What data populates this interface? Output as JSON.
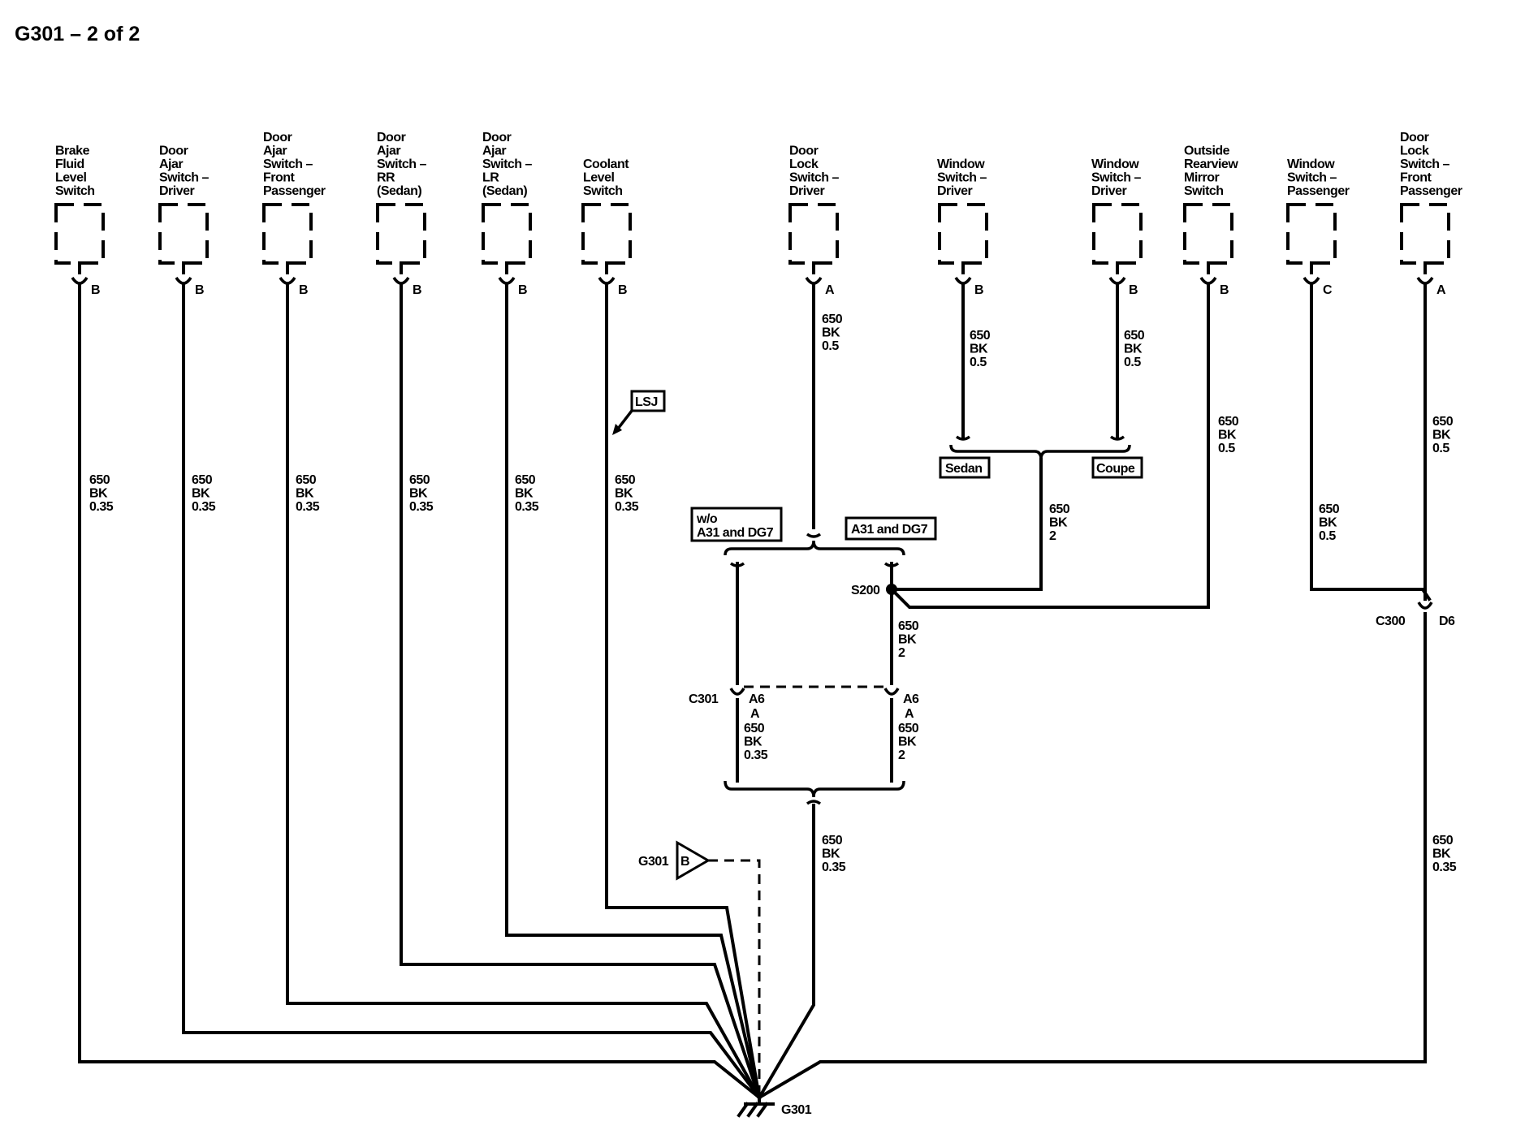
{
  "title": "G301 – 2 of 2",
  "components": {
    "brake_fluid": [
      "Brake",
      "Fluid",
      "Level",
      "Switch"
    ],
    "door_ajar_driver": [
      "Door",
      "Ajar",
      "Switch –",
      "Driver"
    ],
    "door_ajar_front_pass": [
      "Door",
      "Ajar",
      "Switch –",
      "Front",
      "Passenger"
    ],
    "door_ajar_rr": [
      "Door",
      "Ajar",
      "Switch –",
      "RR",
      "(Sedan)"
    ],
    "door_ajar_lr": [
      "Door",
      "Ajar",
      "Switch –",
      "LR",
      "(Sedan)"
    ],
    "coolant_level": [
      "Coolant",
      "Level",
      "Switch"
    ],
    "door_lock_driver": [
      "Door",
      "Lock",
      "Switch –",
      "Driver"
    ],
    "window_driver_sedan": [
      "Window",
      "Switch –",
      "Driver"
    ],
    "window_driver_coupe": [
      "Window",
      "Switch –",
      "Driver"
    ],
    "outside_mirror": [
      "Outside",
      "Rearview",
      "Mirror",
      "Switch"
    ],
    "window_passenger": [
      "Window",
      "Switch –",
      "Passenger"
    ],
    "door_lock_front_pass": [
      "Door",
      "Lock",
      "Switch –",
      "Front",
      "Passenger"
    ]
  },
  "pins": {
    "brake_fluid": "B",
    "door_ajar_driver": "B",
    "door_ajar_front_pass": "B",
    "door_ajar_rr": "B",
    "door_ajar_lr": "B",
    "coolant_level": "B",
    "door_lock_driver": "A",
    "window_driver_sedan": "B",
    "window_driver_coupe": "B",
    "outside_mirror": "B",
    "window_passenger": "C",
    "door_lock_front_pass": "A"
  },
  "wires": {
    "w1": [
      "650",
      "BK",
      "0.35"
    ],
    "w2": [
      "650",
      "BK",
      "0.35"
    ],
    "w3": [
      "650",
      "BK",
      "0.35"
    ],
    "w4": [
      "650",
      "BK",
      "0.35"
    ],
    "w5": [
      "650",
      "BK",
      "0.35"
    ],
    "w6": [
      "650",
      "BK",
      "0.35"
    ],
    "door_lock_driver": [
      "650",
      "BK",
      "0.5"
    ],
    "window_sedan": [
      "650",
      "BK",
      "0.5"
    ],
    "window_coupe": [
      "650",
      "BK",
      "0.5"
    ],
    "mirror": [
      "650",
      "BK",
      "0.5"
    ],
    "door_lock_front": [
      "650",
      "BK",
      "0.5"
    ],
    "window_merge": [
      "650",
      "BK",
      "2"
    ],
    "window_passenger": [
      "650",
      "BK",
      "0.5"
    ],
    "s200_down": [
      "650",
      "BK",
      "2"
    ],
    "c301_left": [
      "650",
      "BK",
      "0.35"
    ],
    "c301_right": [
      "650",
      "BK",
      "2"
    ],
    "center_down": [
      "650",
      "BK",
      "0.35"
    ],
    "c300_down": [
      "650",
      "BK",
      "0.35"
    ]
  },
  "options": {
    "lsj": "LSJ",
    "sedan": "Sedan",
    "coupe": "Coupe",
    "wo_a31_line1": "w/o",
    "wo_a31_line2": "A31 and DG7",
    "a31": "A31 and DG7"
  },
  "connectors": {
    "s200": "S200",
    "c301": "C301",
    "c301_pin_left": [
      "A6",
      "A"
    ],
    "c301_pin_right": "A6",
    "c300": "C300",
    "c300_pin": "D6",
    "g301_bottom": "G301",
    "g301_ref": "G301",
    "g301_ref_pin": "B"
  }
}
